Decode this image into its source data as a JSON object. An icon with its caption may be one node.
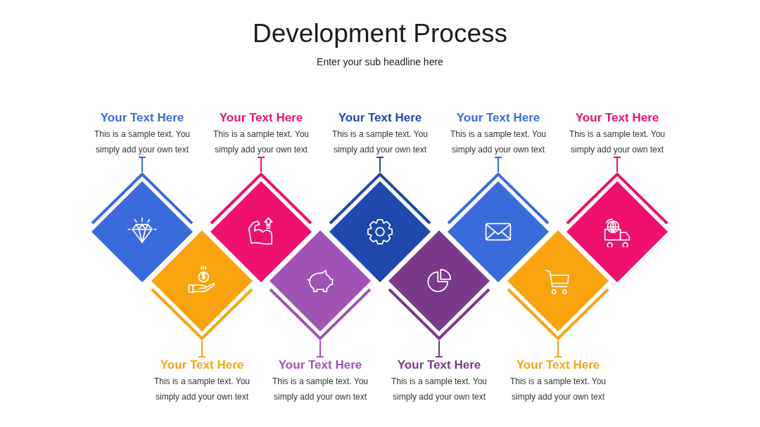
{
  "diagram": {
    "title": "Development Process",
    "nodes": [
      {
        "text": [
          "Your Text Here",
          "This is a sample text. You simply add your own text"
        ]
      },
      {
        "text": [],
        "shape": "diamond"
      },
      {
        "text": [
          "Your Text Here",
          "This is a sample text. You simply add your own text"
        ]
      },
      {
        "text": [],
        "shape": "diamond"
      },
      {
        "text": [
          "Your Text Here",
          "This is a sample text. You simply add your own text"
        ]
      },
      {
        "text": [],
        "shape": "diamond"
      },
      {
        "text": [
          "Your Text Here",
          "This is a sample text. You simply add your own text"
        ]
      },
      {
        "text": [],
        "shape": "diamond"
      },
      {
        "text": [
          "Your Text Here",
          "This is a sample text. You simply add your own text"
        ]
      },
      {
        "text": [],
        "shape": "diamond"
      },
      {
        "text": [
          "Your Text Here",
          "This is a sample text. You simply add your own text"
        ]
      },
      {
        "text": [],
        "shape": "diamond"
      },
      {
        "text": [
          "Your Text Here",
          "This is a sample text. You simply add your own text"
        ]
      },
      {
        "text": [],
        "shape": "diamond"
      },
      {
        "text": [
          "Your Text Here",
          "This is a sample text. You simply add your own text"
        ]
      },
      {
        "text": [],
        "shape": "diamond"
      },
      {
        "text": [
          "Your Text Here",
          "This is a sample text. You simply add your own text"
        ]
      },
      {
        "text": [],
        "shape": "diamond"
      }
    ],
    "edges": [
      {
        "from": 0,
        "to": 1,
        "arrow": "other",
        "color": "#3a6bdc"
      },
      {
        "from": 2,
        "to": 3,
        "arrow": "other",
        "color": "#f9a30f"
      },
      {
        "from": 4,
        "to": 5,
        "arrow": "other",
        "color": "#ef0f6d"
      },
      {
        "from": 6,
        "to": 7,
        "arrow": "other",
        "color": "#a052b5"
      },
      {
        "from": 8,
        "to": 9,
        "arrow": "other",
        "color": "#1e48ae"
      },
      {
        "from": 10,
        "to": 11,
        "arrow": "other",
        "color": "#7b398c"
      },
      {
        "from": 12,
        "to": 13,
        "arrow": "other",
        "color": "#3a6bdc"
      },
      {
        "from": 14,
        "to": 15,
        "arrow": "other",
        "color": "#f9a30f"
      },
      {
        "from": 16,
        "to": 17,
        "arrow": "other",
        "color": "#ef0f6d"
      }
    ],
    "labels": [
      "Enter your sub headline here"
    ]
  }
}
